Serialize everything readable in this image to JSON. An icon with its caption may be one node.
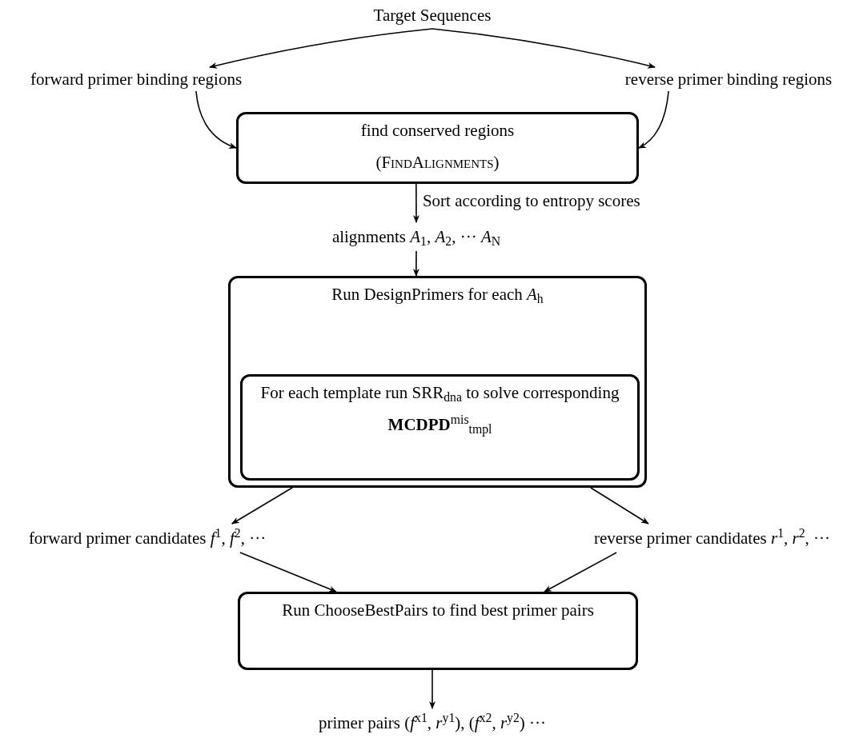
{
  "diagram": {
    "nodes": [
      {
        "text": [
          "Target Sequences"
        ]
      },
      {
        "text": [
          "forward primer binding regions"
        ]
      },
      {
        "text": [
          "reverse primer binding regions"
        ]
      },
      {
        "text": [
          "find conserved regions",
          "(FindAlignments)"
        ]
      },
      {
        "text": [
          "alignments *A*$_{1}$, *A*$_{2}$, ··· *A*$_{N}$"
        ]
      },
      {
        "text": [
          "Run DesignPrimers for each *A*$_{h}$"
        ]
      },
      {
        "text": [
          "For each template run SRR$_{dna}$ to solve corresponding **MCDPD**$^{mis}$$_{tmpl}$"
        ],
        "in": 5
      },
      {
        "text": [
          "forward primer candidates *f*$^{1}$, *f*$^{2}$, ···"
        ]
      },
      {
        "text": [
          "reverse primer candidates *r*$^{1}$, *r*$^{2}$, ···"
        ]
      },
      {
        "text": [
          "Run ChooseBestPairs to find best primer pairs"
        ]
      },
      {
        "text": [
          "primer pairs (*f*$^{x1}$, *r*$^{y1}$), (*f*$^{x2}$, *r*$^{y2}$) ···"
        ]
      }
    ],
    "edges": [
      {
        "from": 0,
        "to": 1,
        "arrow": "to"
      },
      {
        "from": 0,
        "to": 2,
        "arrow": "to"
      },
      {
        "from": 1,
        "to": 3,
        "arrow": "to"
      },
      {
        "from": 2,
        "to": 3,
        "arrow": "to"
      },
      {
        "from": 3,
        "to": 4,
        "arrow": "to",
        "label": "Sort according to entropy scores"
      },
      {
        "from": 4,
        "to": 5,
        "arrow": "to"
      },
      {
        "from": 5,
        "to": 7,
        "arrow": "to"
      },
      {
        "from": 5,
        "to": 8,
        "arrow": "to"
      },
      {
        "from": 7,
        "to": 9,
        "arrow": "to"
      },
      {
        "from": 8,
        "to": 9,
        "arrow": "to"
      },
      {
        "from": 9,
        "to": 10,
        "arrow": "to"
      }
    ]
  }
}
